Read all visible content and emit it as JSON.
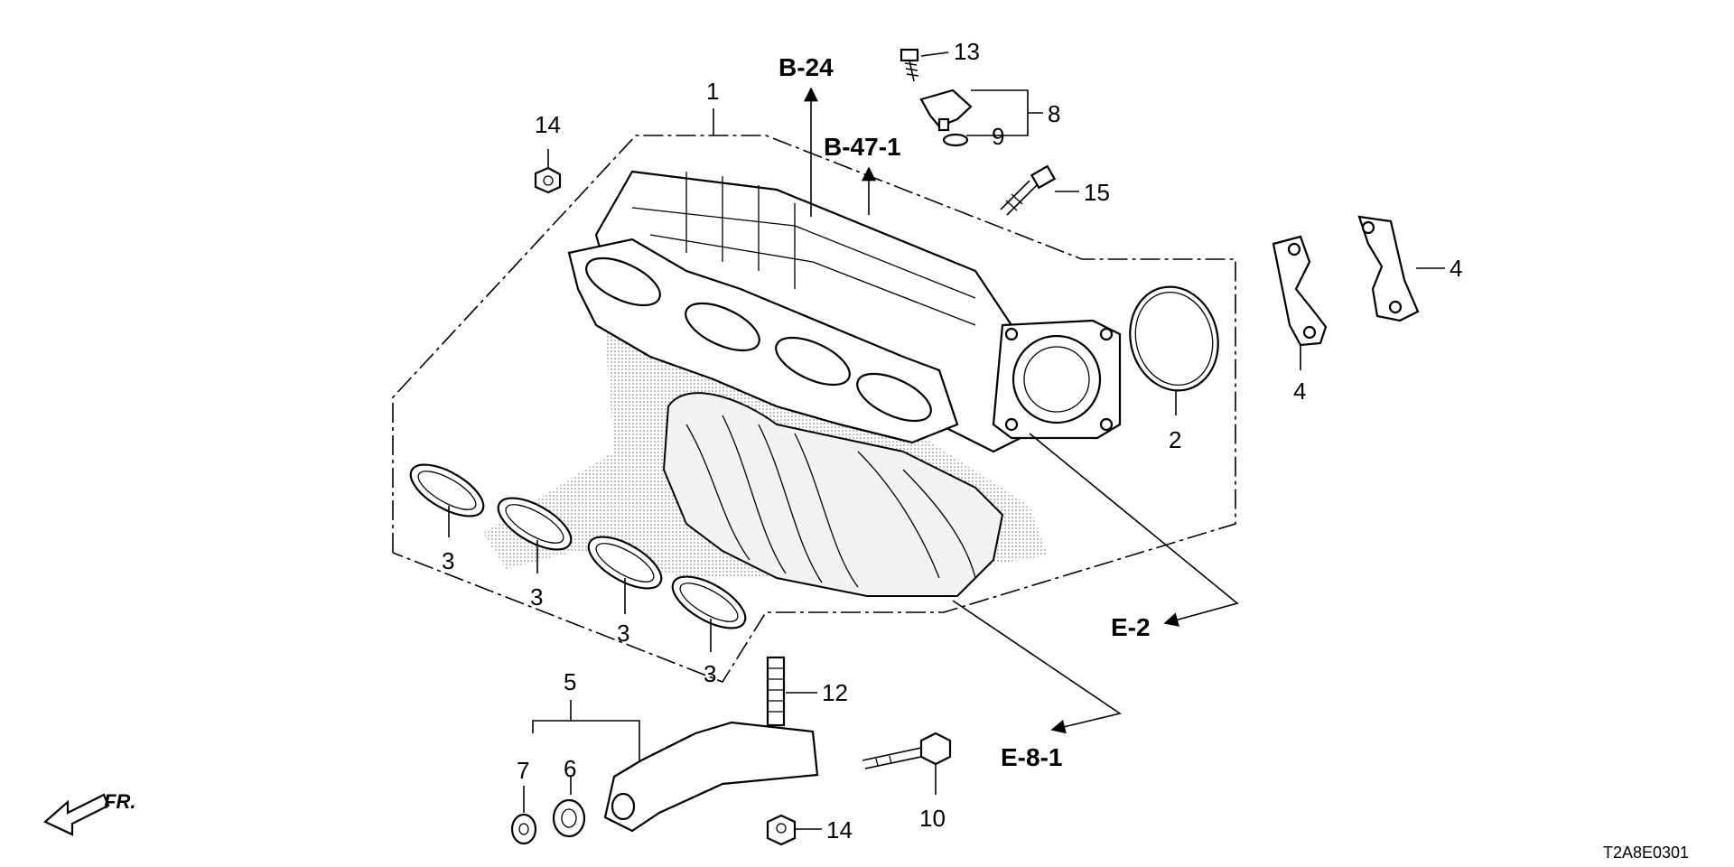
{
  "diagram_code": "T2A8E0301",
  "front_label": "FR.",
  "refs": {
    "b24": "B-24",
    "b471": "B-47-1",
    "e2": "E-2",
    "e81": "E-8-1"
  },
  "callouts": {
    "c1": "1",
    "c2": "2",
    "c3a": "3",
    "c3b": "3",
    "c3c": "3",
    "c3d": "3",
    "c4a": "4",
    "c4b": "4",
    "c5": "5",
    "c6": "6",
    "c7": "7",
    "c8": "8",
    "c9": "9",
    "c10": "10",
    "c12": "12",
    "c13": "13",
    "c14a": "14",
    "c14b": "14",
    "c15": "15"
  }
}
